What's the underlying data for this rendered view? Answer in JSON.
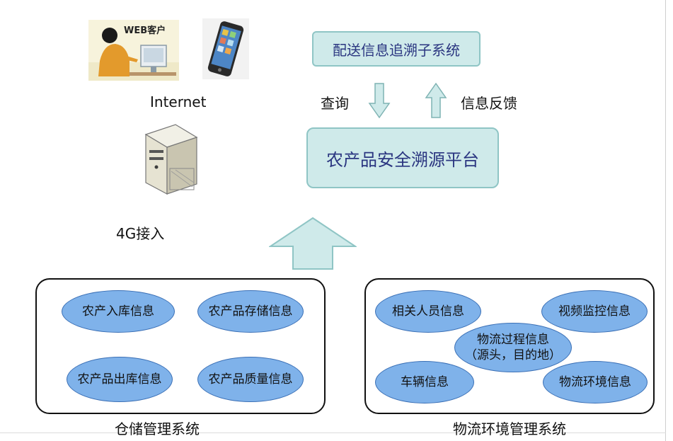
{
  "top_left": {
    "web_client_label": "WEB客户",
    "internet_label": "Internet",
    "access_label": "4G接入"
  },
  "subsystem": {
    "title": "配送信息追溯子系统"
  },
  "arrows": {
    "query_label": "查询",
    "feedback_label": "信息反馈"
  },
  "platform": {
    "title": "农产品安全溯源平台"
  },
  "warehouse": {
    "caption": "仓储管理系统",
    "items": [
      "农产入库信息",
      "农产品存储信息",
      "农产品出库信息",
      "农产品质量信息"
    ]
  },
  "logistics": {
    "caption": "物流环境管理系统",
    "items": [
      "相关人员信息",
      "视频监控信息",
      "车辆信息",
      "物流环境信息"
    ],
    "center": {
      "line1": "物流过程信息",
      "line2": "（源头，目的地）"
    }
  },
  "colors": {
    "box_fill": "#cfeaea",
    "box_border": "#8fc5c5",
    "oval_fill": "#7fb2ea",
    "oval_border": "#3a6fb5",
    "title_text": "#2a3580"
  },
  "icons": [
    "web-client-icon",
    "smartphone-icon",
    "server-icon",
    "arrow-down-icon",
    "arrow-up-icon",
    "big-arrow-up-icon"
  ]
}
